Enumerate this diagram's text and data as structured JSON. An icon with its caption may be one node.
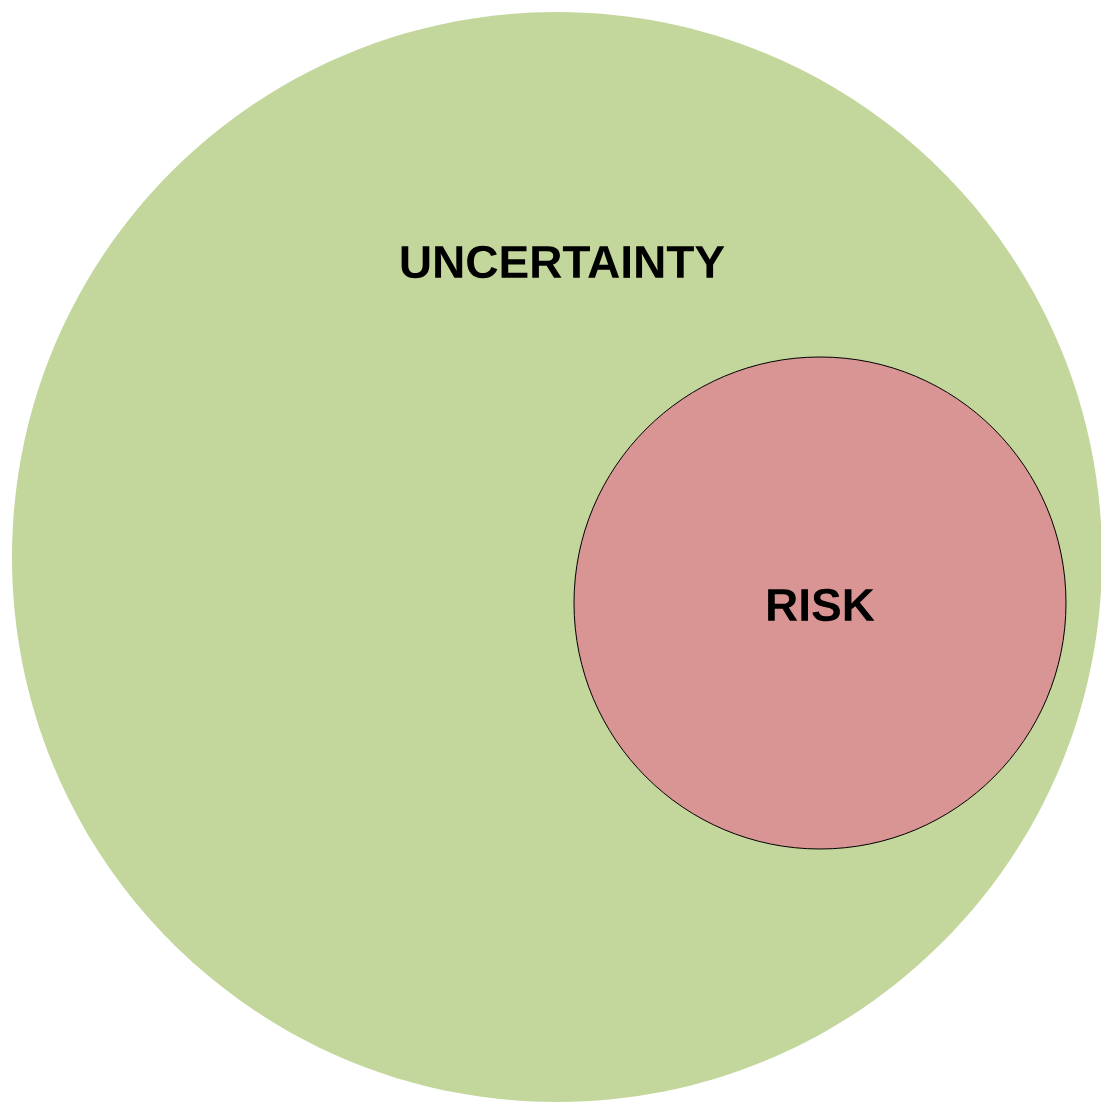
{
  "diagram": {
    "nodes": [
      {
        "text": [
          "UNCERTAINTY"
        ]
      },
      {
        "text": [
          "RISK"
        ],
        "in": 0
      }
    ]
  }
}
